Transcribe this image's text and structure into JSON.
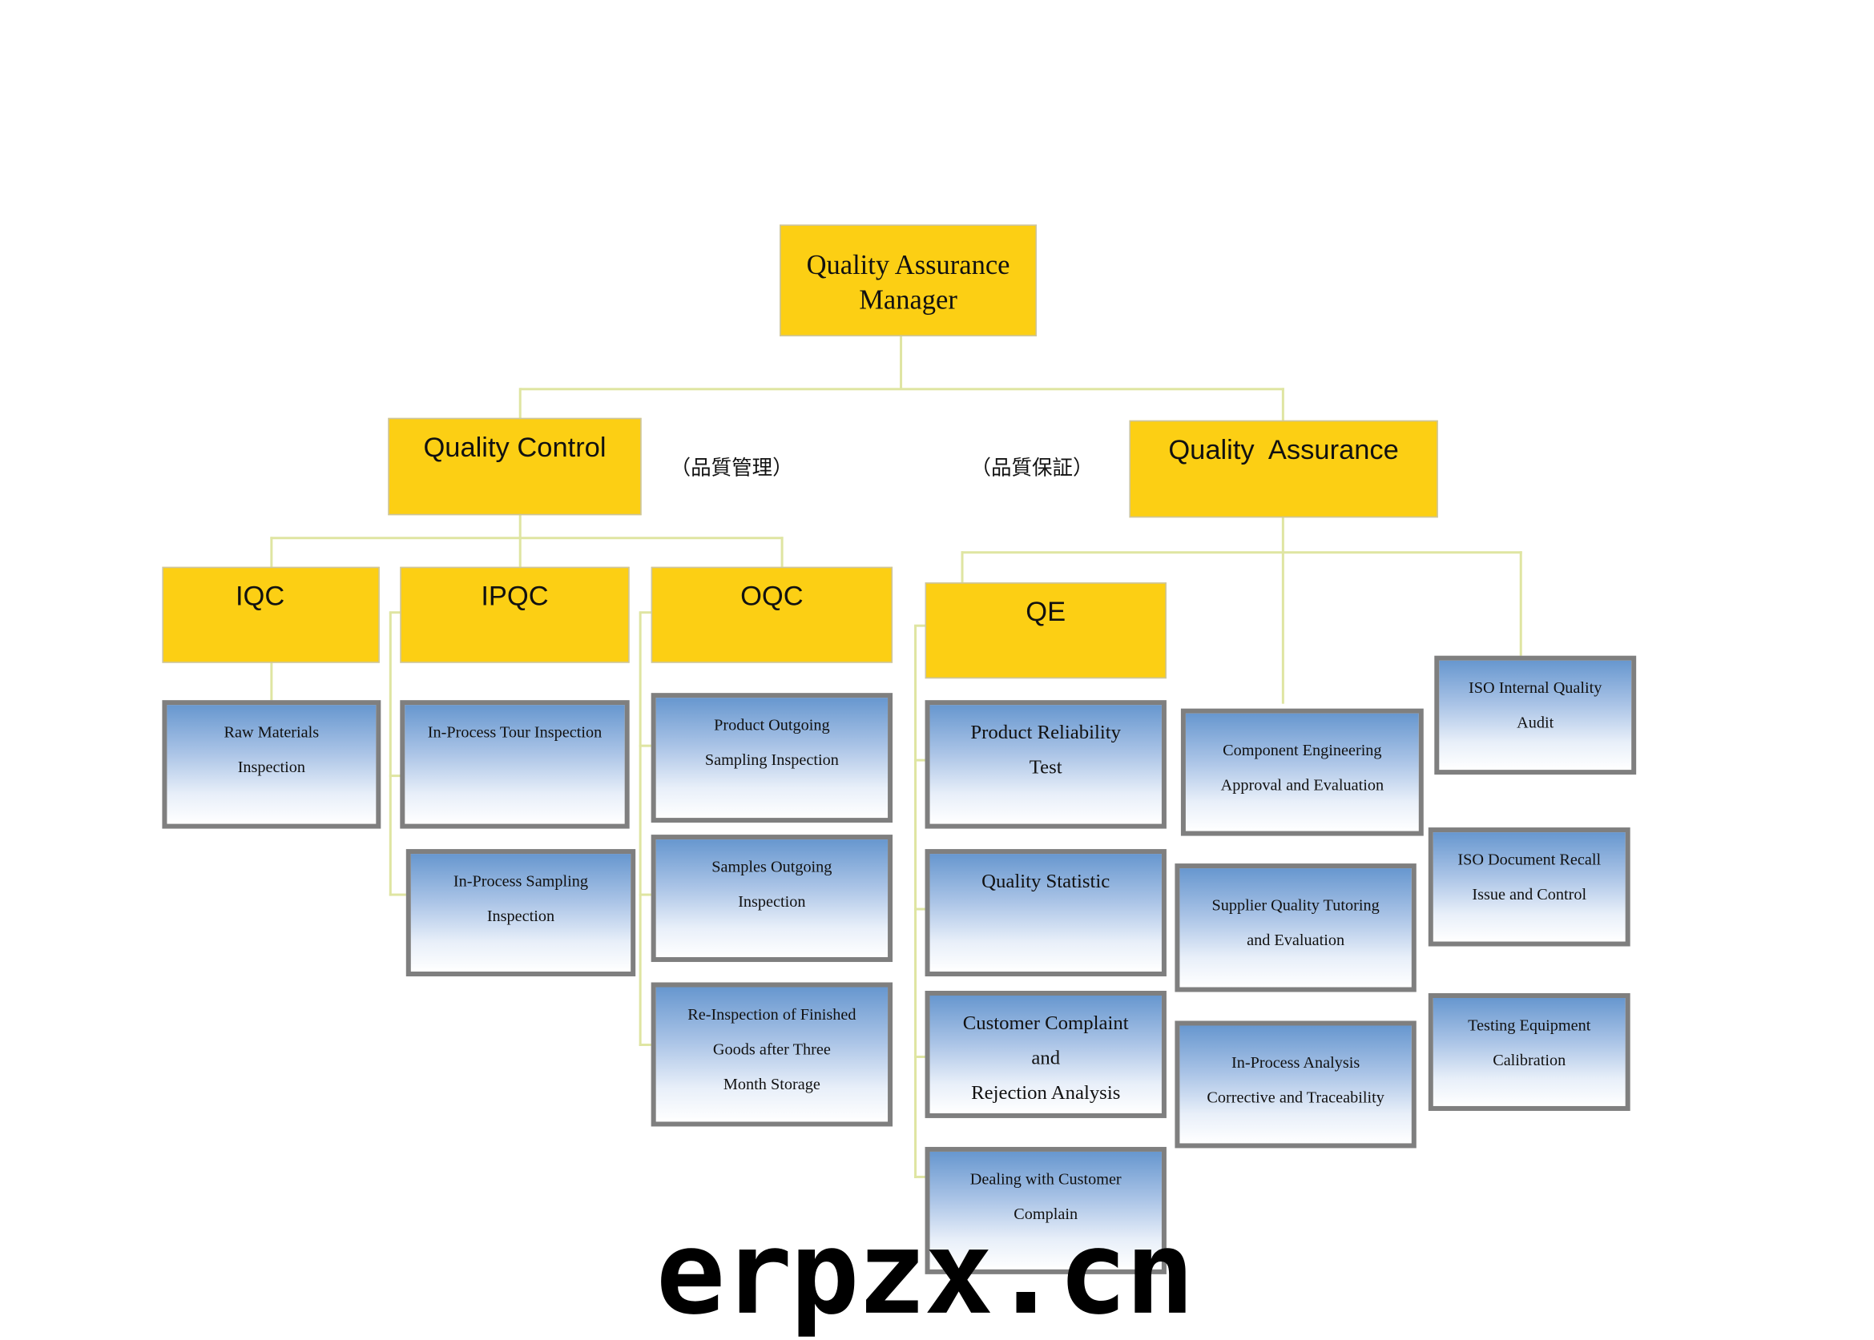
{
  "root": "Quality Assurance\nManager",
  "quality_control": {
    "title": "Quality Control",
    "note": "（品質管理）"
  },
  "quality_assurance": {
    "title": "Quality  Assurance",
    "note": "（品質保証）"
  },
  "iqc": {
    "title": "IQC",
    "children": [
      "Raw Materials\nInspection"
    ]
  },
  "ipqc": {
    "title": "IPQC",
    "children": [
      "In-Process Tour Inspection",
      "In-Process Sampling\nInspection"
    ]
  },
  "oqc": {
    "title": "OQC",
    "children": [
      "Product Outgoing\nSampling Inspection",
      "Samples Outgoing\nInspection",
      "Re-Inspection of Finished\nGoods after Three\nMonth Storage"
    ]
  },
  "qe": {
    "title": "QE",
    "children": [
      "Product Reliability\nTest",
      "Quality Statistic",
      "Customer Complaint\nand\nRejection Analysis",
      "Dealing with Customer\nComplain"
    ]
  },
  "qa_middle": [
    "Component Engineering\nApproval and Evaluation",
    "Supplier Quality Tutoring\nand Evaluation",
    "In-Process Analysis\nCorrective and Traceability"
  ],
  "qa_right": [
    "ISO Internal Quality\nAudit",
    "ISO Document Recall\nIssue and Control",
    "Testing Equipment\nCalibration"
  ],
  "watermark": "erpzx.cn",
  "colors": {
    "manager_fill": "#fccf14",
    "task_top": "#6797cf",
    "border": "#7f7f7f",
    "connector": "#dfe5a2"
  }
}
